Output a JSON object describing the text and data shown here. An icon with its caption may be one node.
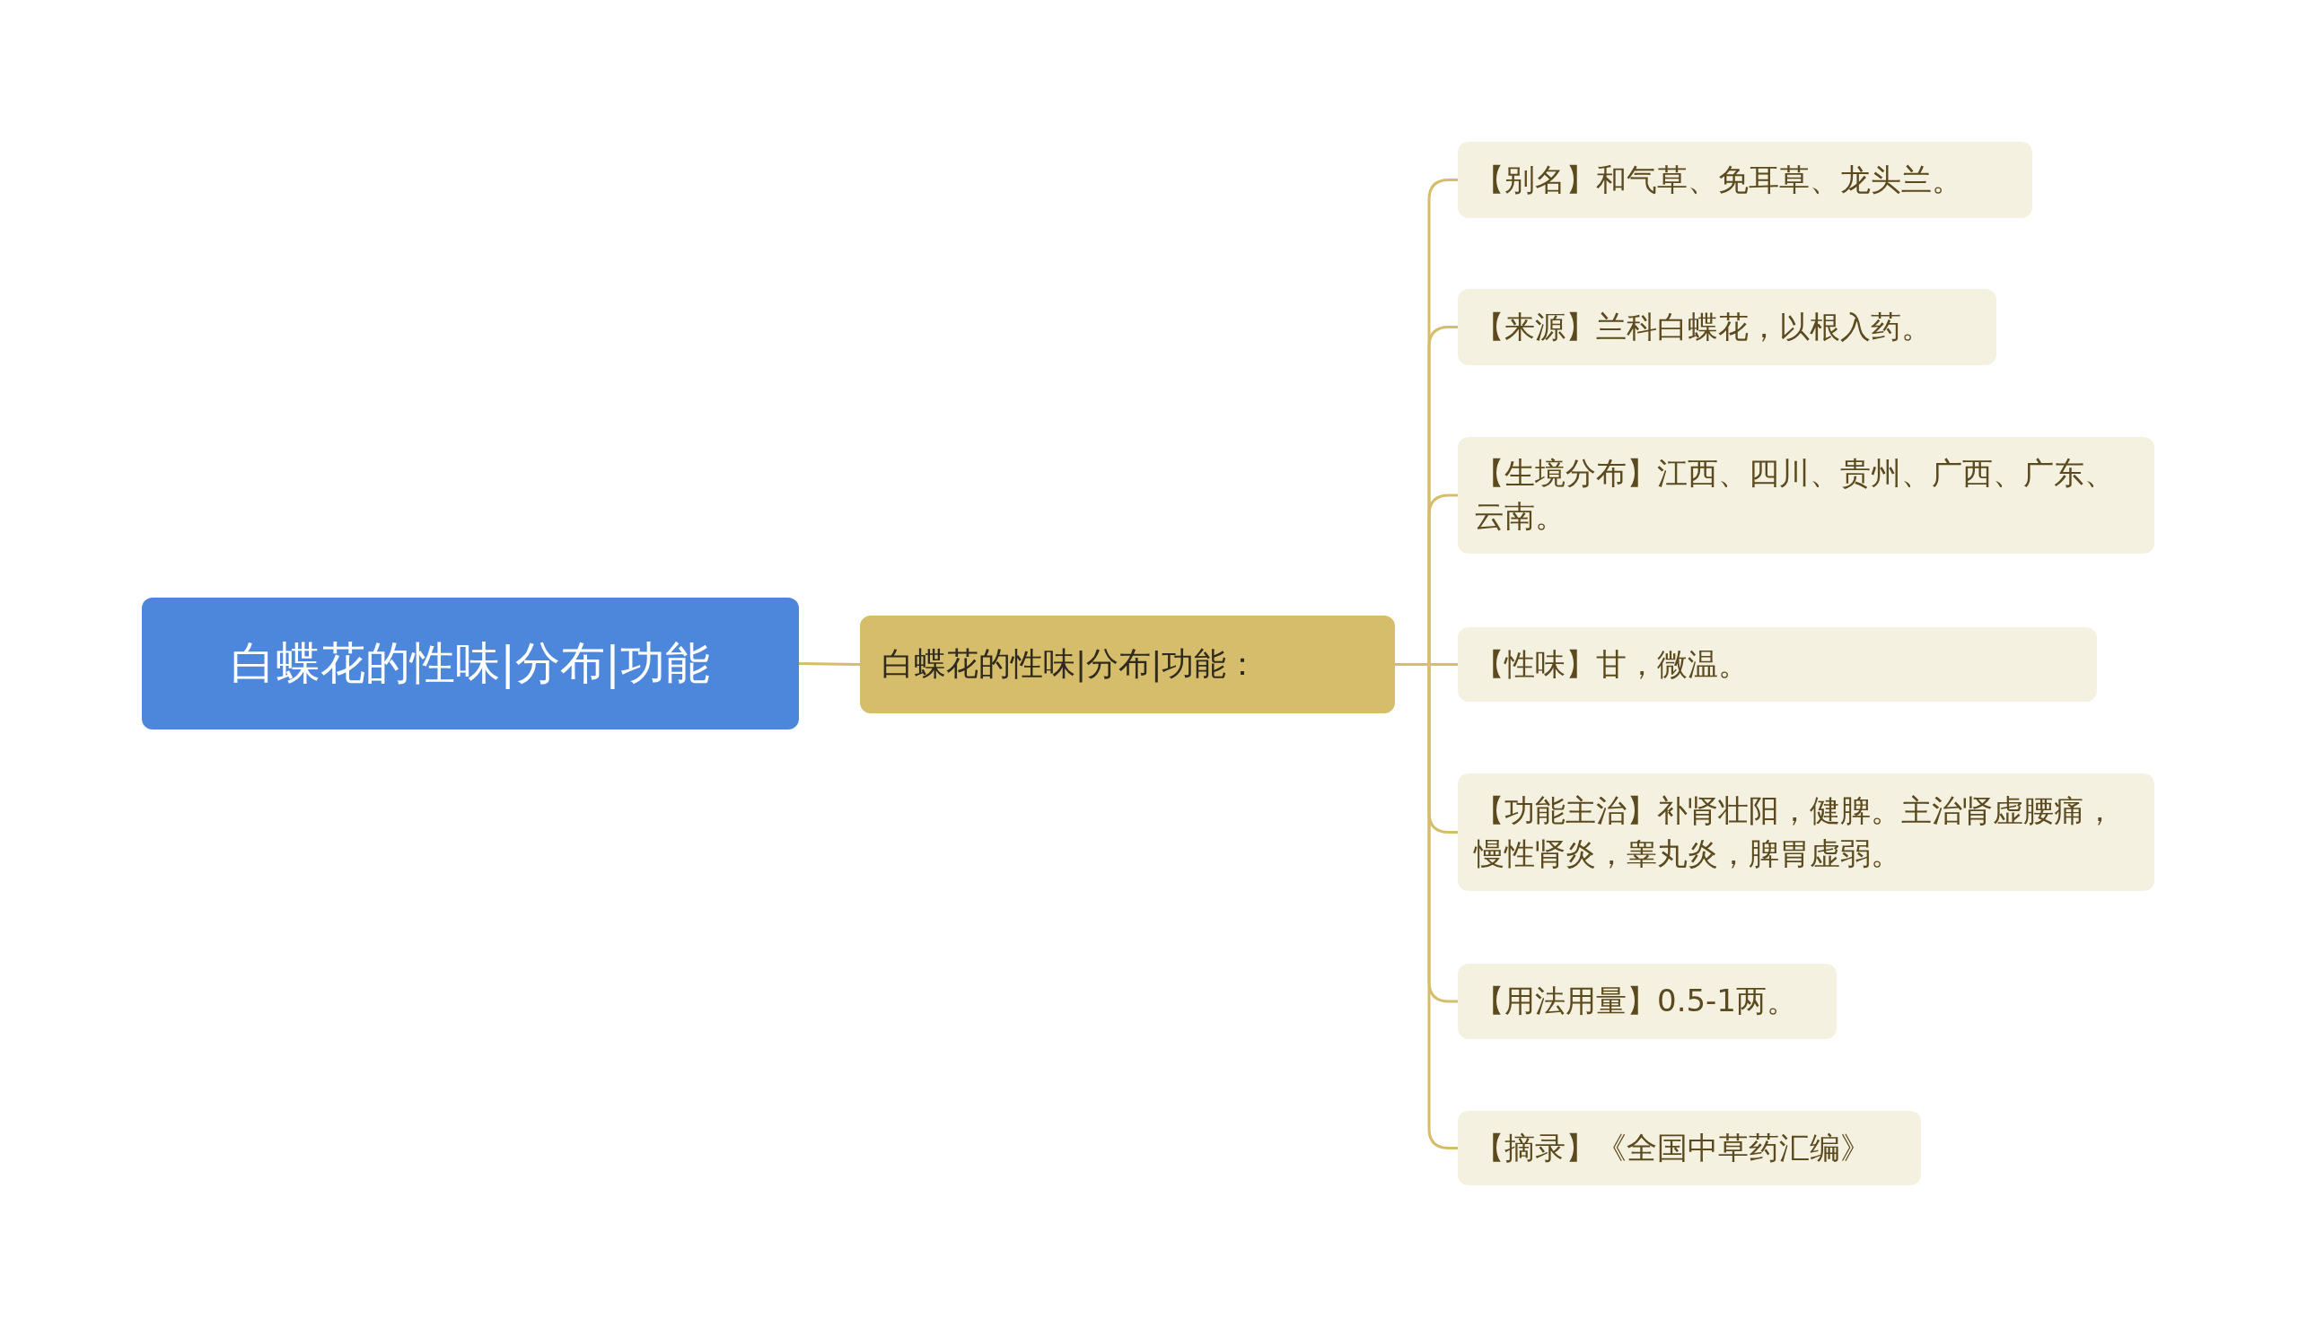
{
  "diagram": {
    "nodes": [
      {
        "text": [
          "白蝶花的性味|分布|功能"
        ]
      },
      {
        "text": [
          "白蝶花的性味|分布|功能："
        ]
      },
      {
        "text": [
          "【别名】和气草、免耳草、龙头兰。"
        ]
      },
      {
        "text": [
          "【来源】兰科白蝶花，以根入药。"
        ]
      },
      {
        "text": [
          "【生境分布】江西、四川、贵州、广西、广东、云南。"
        ]
      },
      {
        "text": [
          "【性味】甘，微温。"
        ]
      },
      {
        "text": [
          "【功能主治】补肾壮阳，健脾。主治肾虚腰痛，慢性肾炎，睾丸炎，脾胃虚弱。"
        ]
      },
      {
        "text": [
          "【用法用量】0.5-1两。"
        ]
      },
      {
        "text": [
          "【摘录】《全国中草药汇编》"
        ]
      }
    ],
    "edges": [
      {
        "from": 0,
        "to": 1,
        "arrow": "none"
      },
      {
        "from": 1,
        "to": 2,
        "arrow": "none"
      },
      {
        "from": 1,
        "to": 3,
        "arrow": "none"
      },
      {
        "from": 1,
        "to": 4,
        "arrow": "none"
      },
      {
        "from": 1,
        "to": 5,
        "arrow": "none"
      },
      {
        "from": 1,
        "to": 6,
        "arrow": "none"
      },
      {
        "from": 1,
        "to": 7,
        "arrow": "none"
      },
      {
        "from": 1,
        "to": 8,
        "arrow": "none"
      }
    ]
  }
}
